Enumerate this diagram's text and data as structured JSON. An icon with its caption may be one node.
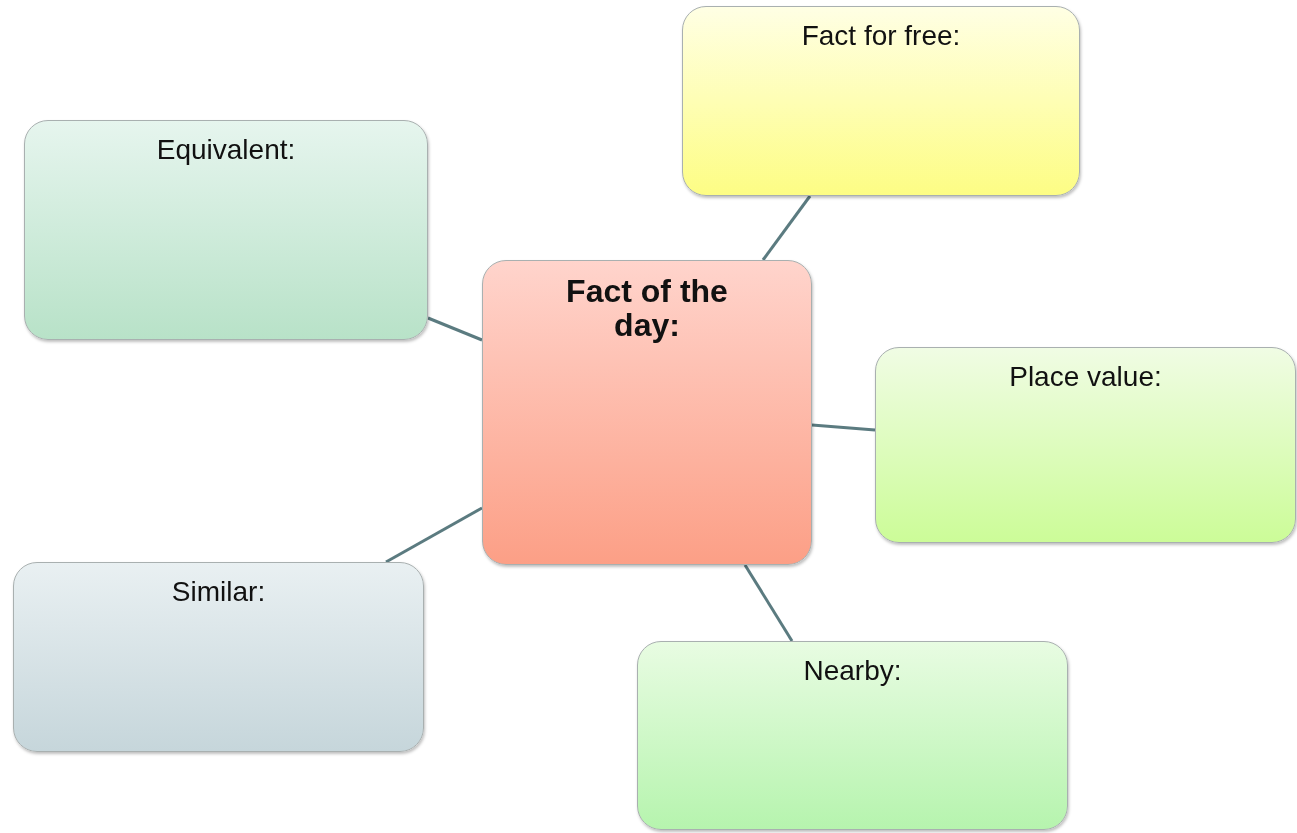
{
  "diagram": {
    "nodes": [
      {
        "text": [
          "Fact for free:"
        ]
      },
      {
        "text": [
          "Equivalent:"
        ]
      },
      {
        "text": [
          "Fact of the day:"
        ]
      },
      {
        "text": [
          "Place value:"
        ]
      },
      {
        "text": [
          "Similar:"
        ]
      },
      {
        "text": [
          "Nearby:"
        ]
      }
    ],
    "edges": [
      {
        "from": 2,
        "to": 0,
        "arrow": "none"
      },
      {
        "from": 2,
        "to": 1,
        "arrow": "none"
      },
      {
        "from": 2,
        "to": 3,
        "arrow": "none"
      },
      {
        "from": 2,
        "to": 4,
        "arrow": "none"
      },
      {
        "from": 2,
        "to": 5,
        "arrow": "none"
      }
    ]
  }
}
